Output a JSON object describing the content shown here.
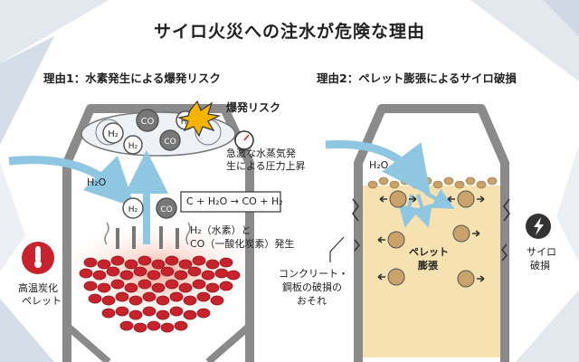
{
  "title": "サイロ火災への注水が危険な理由",
  "left_panel": {
    "heading": "理由1：水素発生による爆発リスク",
    "explosion_label": "爆発リスク",
    "pressure_label_line1": "急激な水蒸気発",
    "pressure_label_line2": "生による圧力上昇",
    "reaction": "C + H₂O → CO + H₂",
    "gas_label_line1": "H₂（水素）と",
    "gas_label_line2": "CO（一酸化炭素）発生",
    "pellet_label_line1": "高温炭化",
    "pellet_label_line2": "ペレット",
    "water_label": "H₂O",
    "molecule_h2": "H₂",
    "molecule_co": "CO"
  },
  "right_panel": {
    "heading": "理由2：ペレット膨張によるサイロ破損",
    "water_label": "H₂O",
    "swell_line1": "ペレット",
    "swell_line2": "膨張",
    "damage_line1": "サイロ",
    "damage_line2": "破損",
    "concrete_line1": "コンクリート・",
    "concrete_line2": "鋼板の破損の",
    "concrete_line3": "おそれ"
  },
  "colors": {
    "water_arrow": "#8fc6e2",
    "silo_wall": "#8a8a8a",
    "pellet": "#c8232c",
    "glow": "#f7b7a6",
    "swollen_fill": "#f6e2b0",
    "explosion": "#f5b400"
  }
}
